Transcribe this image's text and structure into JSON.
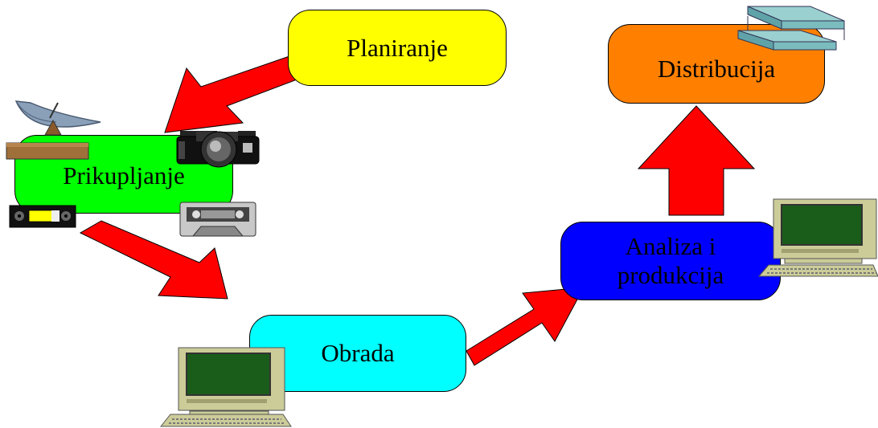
{
  "diagram": {
    "stages": [
      {
        "id": "planiranje",
        "label": "Planiranje",
        "color": "#ffff00"
      },
      {
        "id": "prikupljanje",
        "label": "Prikupljanje",
        "color": "#00ff00"
      },
      {
        "id": "obrada",
        "label": "Obrada",
        "color": "#00ffff"
      },
      {
        "id": "analiza",
        "label": "Analiza i produkcija",
        "line1": "Analiza i",
        "line2": "produkcija",
        "color": "#0000ff"
      },
      {
        "id": "distribucija",
        "label": "Distribucija",
        "color": "#ff8000"
      }
    ],
    "arrow_color": "#ff0000",
    "icons": [
      "satellite-dish-icon",
      "camera-icon",
      "videocassette-icon",
      "audio-cassette-icon",
      "computer-icon",
      "file-tray-icon"
    ]
  }
}
